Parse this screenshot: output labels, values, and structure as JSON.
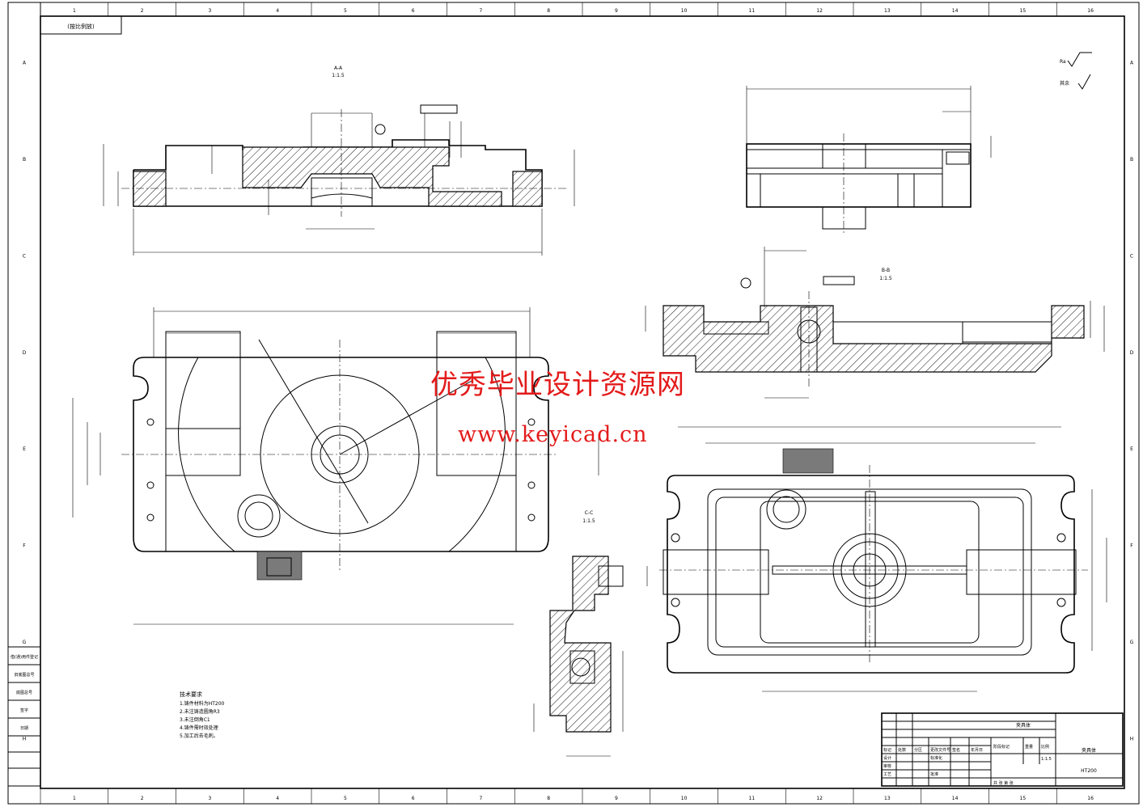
{
  "sheet": {
    "top_left_box": "(按比例放)",
    "column_markers": [
      "1",
      "2",
      "3",
      "4",
      "5",
      "6",
      "7",
      "8",
      "9",
      "10",
      "11",
      "12",
      "13",
      "14",
      "15",
      "16"
    ],
    "row_markers": [
      "A",
      "B",
      "C",
      "D",
      "E",
      "F",
      "G",
      "H"
    ]
  },
  "watermark": {
    "line1": "优秀毕业设计资源网",
    "line2": "www.keyicad.cn"
  },
  "views": {
    "section_top_label": "A-A",
    "section_right_label": "B-B",
    "section_small_label": "C-C",
    "scale_label": "1:1.5"
  },
  "surface_note": "其余",
  "tech_requirements": {
    "title": "技术要求",
    "items": [
      "1.铸件材料为HT200",
      "2.未注铸造圆角R3",
      "3.未注倒角C1",
      "4.铸件需时效处理",
      "5.加工后去毛刺。"
    ]
  },
  "title_block": {
    "company": "夹具体",
    "rows": [
      "标记",
      "处数",
      "分区",
      "更改文件号",
      "签名",
      "年月日"
    ],
    "design": "设计",
    "standard": "标准化",
    "review": "审核",
    "process": "工艺",
    "approve": "批准",
    "stage_mark": "阶段标记",
    "weight": "重量",
    "scale": "比例",
    "scale_value": "1:1.5",
    "sheet_info": "共 张  第 张",
    "drawing_name": "夹具体",
    "material": "HT200"
  },
  "left_strip": [
    "借(通)用件登记",
    "旧底图总号",
    "底图总号",
    "签字",
    "日期"
  ]
}
